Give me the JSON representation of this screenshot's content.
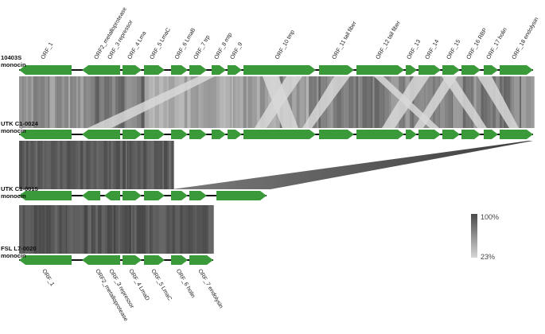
{
  "colors": {
    "gene_arrow": "#3a9a3a",
    "backbone": "#111111",
    "identity_high": "#5a5a5a",
    "identity_low": "#cfcfcf"
  },
  "genomes": [
    {
      "id": "g1",
      "name_lines": [
        "10403S",
        "monocin"
      ],
      "genes": [
        {
          "label": "ORF_1",
          "strand": -1
        },
        {
          "label": "ORF2_metalloprotease",
          "strand": -1
        },
        {
          "label": "ORF_3 repressor",
          "strand": -1
        },
        {
          "label": "ORF_4 Lma",
          "strand": 1
        },
        {
          "label": "ORF_5 LmaC",
          "strand": 1
        },
        {
          "label": "ORF_6 LmaB",
          "strand": 1
        },
        {
          "label": "ORF_7 trp",
          "strand": 1
        },
        {
          "label": "ORF_8 mtp",
          "strand": 1
        },
        {
          "label": "ORF_9",
          "strand": 1
        },
        {
          "label": "ORF_10 tmp",
          "strand": 1
        },
        {
          "label": "ORF_11 tail fiber",
          "strand": 1
        },
        {
          "label": "ORF_12 tail fiber",
          "strand": 1
        },
        {
          "label": "ORF_13",
          "strand": 1
        },
        {
          "label": "ORF_14",
          "strand": 1
        },
        {
          "label": "ORF_15",
          "strand": 1
        },
        {
          "label": "ORF_16 RBP",
          "strand": 1
        },
        {
          "label": "ORF_17 holin",
          "strand": 1
        },
        {
          "label": "ORF_18 endolysin",
          "strand": 1
        }
      ]
    },
    {
      "id": "g2",
      "name_lines": [
        "UTK C1-0024",
        "monocin"
      ],
      "genes": []
    },
    {
      "id": "g3",
      "name_lines": [
        "UTK C1-0015",
        "monocin"
      ],
      "genes": []
    },
    {
      "id": "g4",
      "name_lines": [
        "FSL L7-0020",
        "monocin"
      ],
      "genes": [
        {
          "label": "ORF_1",
          "strand": -1
        },
        {
          "label": "ORF2_metalloprotease",
          "strand": -1
        },
        {
          "label": "ORF_3 repressor",
          "strand": -1
        },
        {
          "label": "ORF_4 LmaD",
          "strand": 1
        },
        {
          "label": "ORF_5 LmaC",
          "strand": 1
        },
        {
          "label": "ORF_6 holin",
          "strand": 1
        },
        {
          "label": "ORF_7 endolysin",
          "strand": 1
        }
      ]
    }
  ],
  "legend": {
    "max_label": "100%",
    "min_label": "23%"
  }
}
